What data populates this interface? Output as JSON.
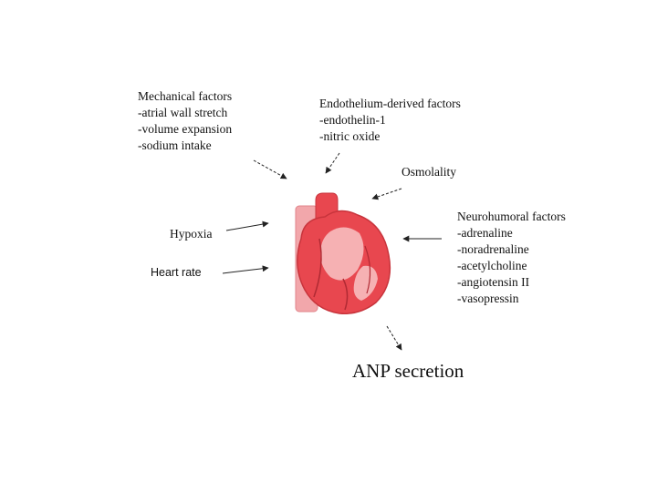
{
  "mechanical": {
    "title": "Mechanical factors",
    "items": [
      "-atrial wall stretch",
      "-volume expansion",
      "-sodium intake"
    ]
  },
  "endothelium": {
    "title": "Endothelium-derived factors",
    "items": [
      "-endothelin-1",
      "-nitric oxide"
    ]
  },
  "osmolality": "Osmolality",
  "neurohumoral": {
    "title": "Neurohumoral factors",
    "items": [
      "-adrenaline",
      "-noradrenaline",
      "-acetylcholine",
      "-angiotensin II",
      "-vasopressin"
    ]
  },
  "hypoxia": "Hypoxia",
  "heart_rate": "Heart rate",
  "output": "ANP secretion",
  "colors": {
    "heart_red": "#e8474f",
    "heart_light": "#f6b1b3",
    "vessel_pink": "#f2a7ab",
    "arrow": "#222222"
  }
}
